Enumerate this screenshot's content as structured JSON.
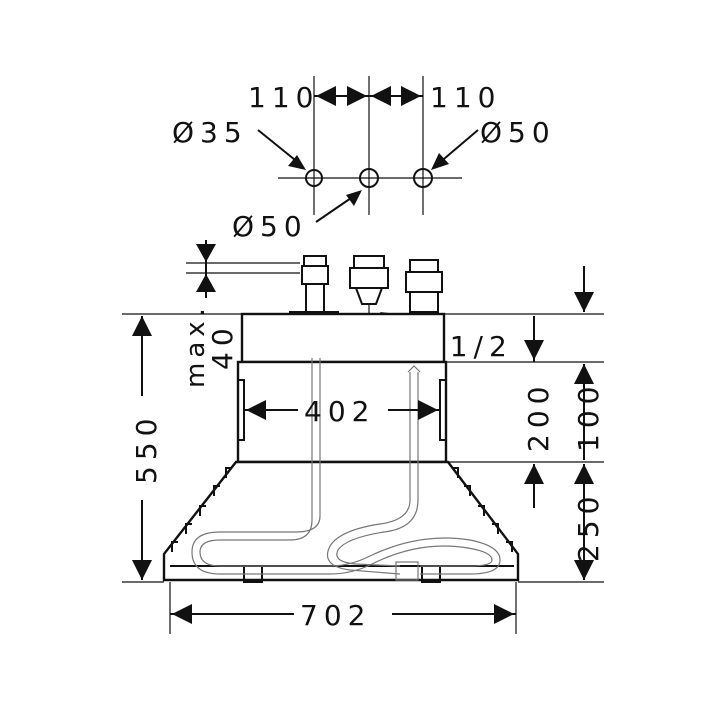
{
  "dimensions": {
    "spacing_left": "110",
    "spacing_right": "110",
    "hole_left": "Ø35",
    "hole_right": "Ø50",
    "hole_center": "Ø50",
    "max_label": "max.",
    "max_value": "40",
    "thread": "G1/2",
    "inner_width": "402",
    "outer_width": "702",
    "total_height": "550",
    "height_200": "200",
    "height_100": "100",
    "height_250": "250"
  },
  "colors": {
    "line": "#111111",
    "hose": "#777777",
    "background": "#ffffff"
  }
}
